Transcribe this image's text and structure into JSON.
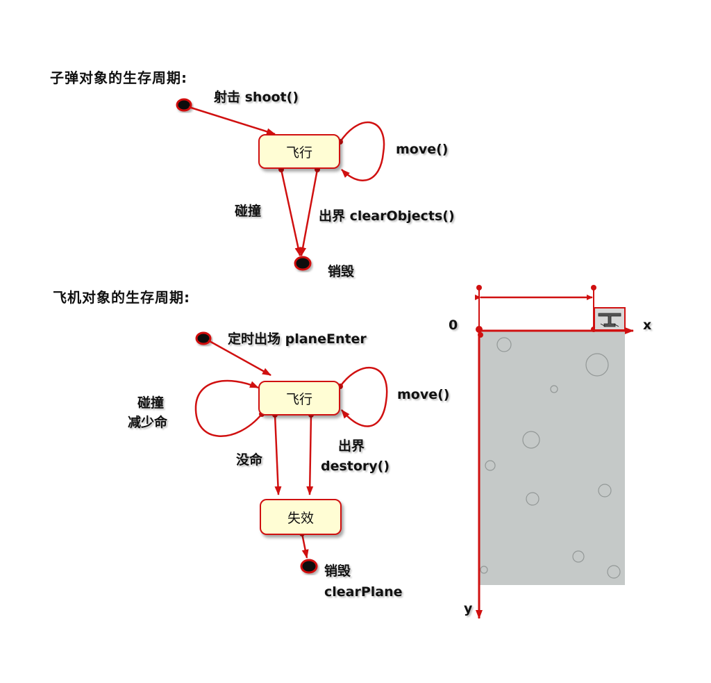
{
  "bullet_section": {
    "title": "子弹对象的生存周期:",
    "state_flying": "飞行",
    "label_shoot": "射击 shoot()",
    "label_move": "move()",
    "label_collide": "碰撞",
    "label_out": "出界 clearObjects()",
    "label_destroy": "销毁"
  },
  "plane_section": {
    "title": "飞机对象的生存周期:",
    "state_flying": "飞行",
    "state_invalid": "失效",
    "label_enter": "定时出场 planeEnter",
    "label_move": "move()",
    "label_collide_line1": "碰撞",
    "label_collide_line2": "减少命",
    "label_no_life": "没命",
    "label_out_line1": "出界",
    "label_out_line2": "destory()",
    "label_destroy_line1": "销毁",
    "label_destroy_line2": "clearPlane"
  },
  "coordinate": {
    "origin_label": "0",
    "x_label": "x",
    "y_label": "y"
  },
  "colors": {
    "accent": "#d01010",
    "state_fill": "#fffdd4",
    "game_area": "#c5c9c8"
  }
}
